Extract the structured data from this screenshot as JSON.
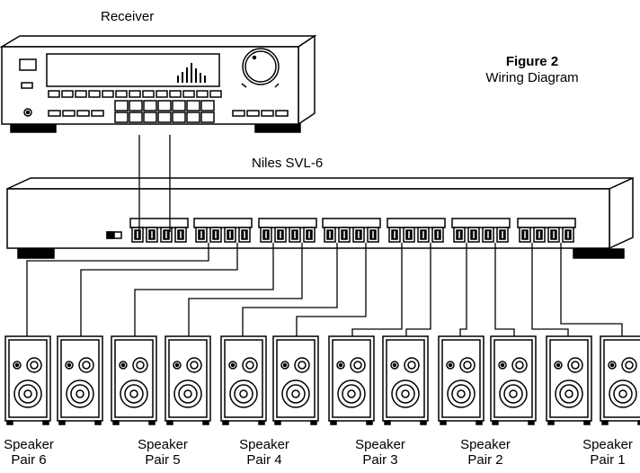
{
  "labels": {
    "receiver": "Receiver",
    "figure_title": "Figure 2",
    "figure_subtitle": "Wiring Diagram",
    "switcher": "Niles SVL-6"
  },
  "speaker_pairs": [
    {
      "line1": "Speaker",
      "line2": "Pair 6"
    },
    {
      "line1": "Speaker",
      "line2": "Pair 5"
    },
    {
      "line1": "Speaker",
      "line2": "Pair 4"
    },
    {
      "line1": "Speaker",
      "line2": "Pair 3"
    },
    {
      "line1": "Speaker",
      "line2": "Pair 2"
    },
    {
      "line1": "Speaker",
      "line2": "Pair 1"
    }
  ],
  "colors": {
    "line": "#000000",
    "background": "#ffffff"
  }
}
